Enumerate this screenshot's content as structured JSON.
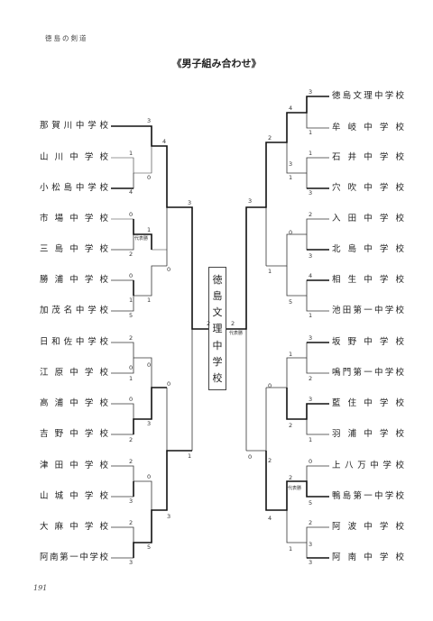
{
  "header": "徳島の剣道",
  "title": "《男子組み合わせ》",
  "page_number": "191",
  "champion_chars": [
    "徳",
    "島",
    "文",
    "理",
    "中",
    "学",
    "校"
  ],
  "left_teams": [
    "那賀川中学校",
    "山川中学校",
    "小松島中学校",
    "市場中学校",
    "三島中学校",
    "勝浦中学校",
    "加茂名中学校",
    "日和佐中学校",
    "江原中学校",
    "高浦中学校",
    "吉野中学校",
    "津田中学校",
    "山城中学校",
    "大麻中学校",
    "阿南第一中学校"
  ],
  "right_teams": [
    "徳島文理中学校",
    "牟岐中学校",
    "石井中学校",
    "穴吹中学校",
    "入田中学校",
    "北島中学校",
    "相生中学校",
    "池田第一中学校",
    "坂野中学校",
    "鳴門第一中学校",
    "藍住中学校",
    "羽浦中学校",
    "上八万中学校",
    "鴨島第一中学校",
    "阿波中学校",
    "阿南中学校"
  ],
  "representative_label": "代表勝",
  "left_scores": [
    "3",
    "1",
    "0",
    "4",
    "0",
    "1",
    "2",
    "0",
    "0",
    "1",
    "5",
    "4",
    "0",
    "2",
    "2",
    "0",
    "1",
    "0",
    "3",
    "3",
    "2",
    "0",
    "1",
    "2",
    "3",
    "2",
    "5",
    "3",
    "3",
    "0",
    "1"
  ],
  "right_scores": [
    "3",
    "1",
    "4",
    "1",
    "3",
    "1",
    "2",
    "3",
    "2",
    "0",
    "3",
    "3",
    "1",
    "4",
    "1",
    "5",
    "1",
    "3",
    "2",
    "3",
    "2",
    "1",
    "0",
    "0",
    "2",
    "5",
    "2",
    "0",
    "3",
    "3",
    "4",
    "1",
    "2",
    "2"
  ]
}
